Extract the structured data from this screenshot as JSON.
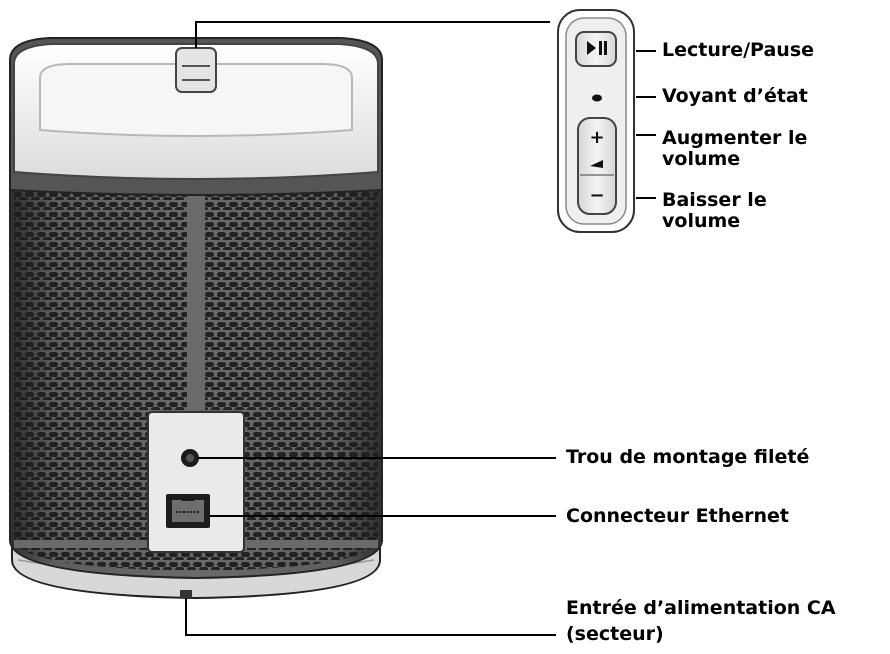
{
  "colors": {
    "ink": "#000000",
    "body_grey": "#5a5a5a",
    "body_dark": "#3f3f3f",
    "top_light": "#ececec",
    "panel_light": "#e6e6e6"
  },
  "icons": [
    "play-pause-icon",
    "status-led-icon",
    "volume-up-icon",
    "volume-down-icon",
    "mounting-hole-icon",
    "ethernet-port-icon",
    "power-cable-icon"
  ],
  "labels": {
    "play_pause": "Lecture/Pause",
    "status_led": "Voyant d’état",
    "volume_up_line1": "Augmenter le",
    "volume_up_line2": "volume",
    "volume_down_line1": "Baisser le",
    "volume_down_line2": "volume",
    "mounting_hole": "Trou de montage fileté",
    "ethernet": "Connecteur Ethernet",
    "power_line1": "Entrée d’alimentation CA",
    "power_line2": "(secteur)"
  },
  "symbols": {
    "plus": "+",
    "minus": "−"
  }
}
